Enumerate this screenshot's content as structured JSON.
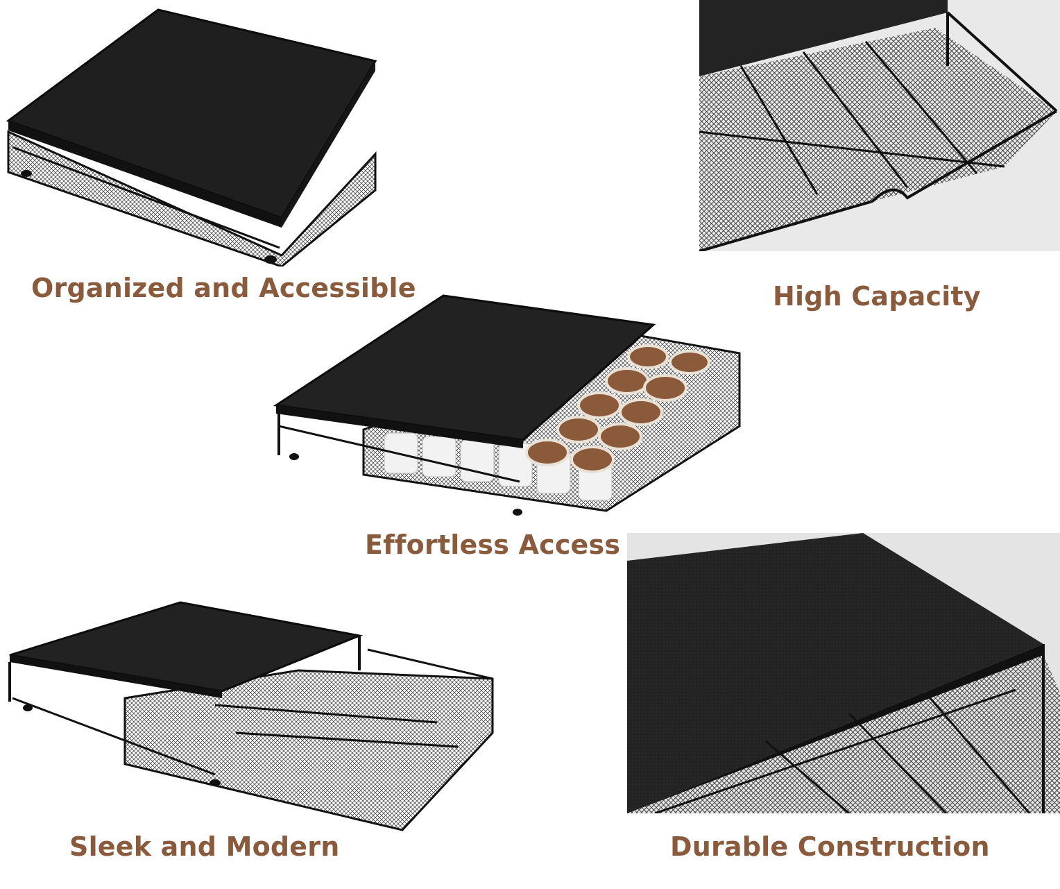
{
  "captions": {
    "organized": "Organized and Accessible",
    "capacity": "High Capacity",
    "access": "Effortless Access",
    "sleek": "Sleek and Modern",
    "durable": "Durable Construction"
  },
  "colors": {
    "caption": "#8a5a3c",
    "background": "#ffffff",
    "product_black": "#1c1c1c"
  }
}
